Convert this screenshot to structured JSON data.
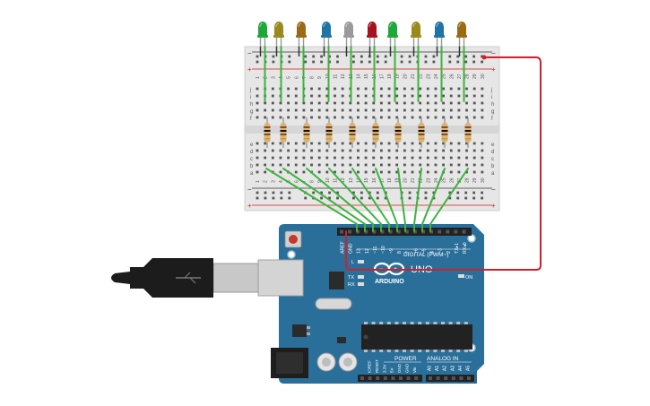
{
  "breadboard": {
    "row_letters_top": [
      "j",
      "i",
      "h",
      "g",
      "f"
    ],
    "row_letters_bottom": [
      "e",
      "d",
      "c",
      "b",
      "a"
    ],
    "column_numbers": [
      "1",
      "2",
      "3",
      "4",
      "5",
      "6",
      "7",
      "8",
      "9",
      "10",
      "11",
      "12",
      "13",
      "14",
      "15",
      "16",
      "17",
      "18",
      "19",
      "20",
      "21",
      "22",
      "23",
      "24",
      "25",
      "26",
      "27",
      "28",
      "29",
      "30"
    ],
    "rail_plus": "+",
    "rail_minus": "−"
  },
  "leds": [
    {
      "color": "#1fa83a"
    },
    {
      "color": "#9a8a1c"
    },
    {
      "color": "#9a6a14"
    },
    {
      "color": "#1f74a6"
    },
    {
      "color": "#9a9a9a"
    },
    {
      "color": "#a5141c"
    },
    {
      "color": "#1fa83a"
    },
    {
      "color": "#9a8a1c"
    },
    {
      "color": "#1f74a6"
    },
    {
      "color": "#9a6a14"
    }
  ],
  "arduino": {
    "brand": "ARDUINO",
    "model": "UNO",
    "digital_label": "DIGITAL (PWM~)",
    "power_label": "POWER",
    "analog_label": "ANALOG IN",
    "on_label": "ON",
    "tx_label": "TX",
    "rx_label": "RX",
    "l_label": "L",
    "digital_pins": [
      "AREF",
      "GND",
      "13",
      "12",
      "~11",
      "~10",
      "~9",
      "8",
      "7",
      "~6",
      "~5",
      "4",
      "~3",
      "2",
      "TX▸1",
      "RX◂0"
    ],
    "power_pins": [
      "IOREF",
      "RESET",
      "3.3V",
      "5V",
      "GND",
      "GND",
      "Vin"
    ],
    "analog_pins": [
      "A0",
      "A1",
      "A2",
      "A3",
      "A4",
      "A5"
    ]
  },
  "colors": {
    "board_blue": "#2a6f9a",
    "wire_green": "#3cb43c",
    "wire_red": "#d0202a",
    "breadboard": "#e6e6e6"
  }
}
